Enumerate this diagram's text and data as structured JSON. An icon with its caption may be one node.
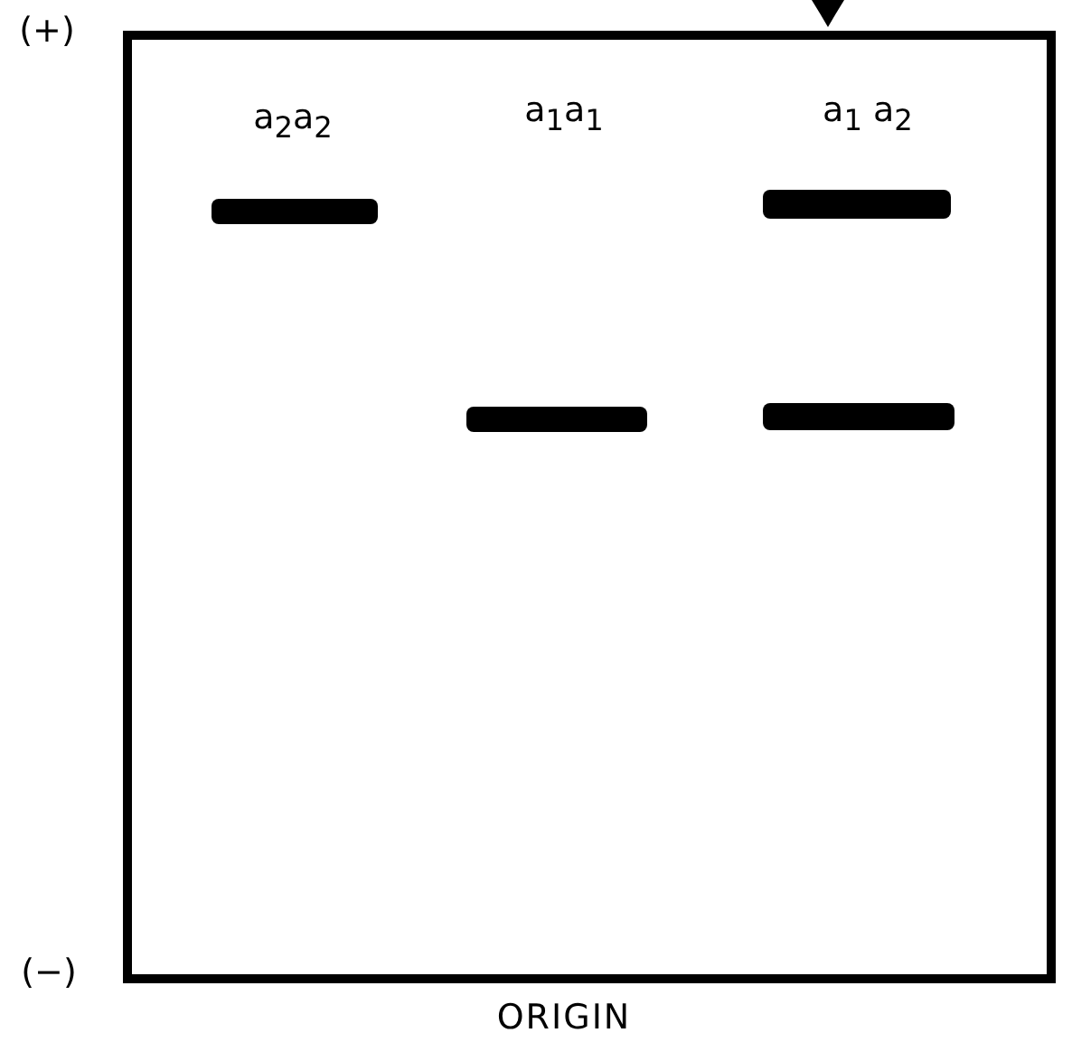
{
  "diagram": {
    "nodes": [
      {
        "text": [],
        "shape": "box"
      },
      {
        "text": [],
        "shape": "bar",
        "in": 0
      },
      {
        "text": [],
        "shape": "bar",
        "in": 0
      },
      {
        "text": [],
        "shape": "bar",
        "in": 0
      },
      {
        "text": [],
        "shape": "bar",
        "in": 0
      }
    ],
    "labels": [
      "(+)",
      "a$_{2}$a$_{2}$",
      "a$_{1}$a$_{1}$",
      "a$_{1}$ a$_{2}$",
      "(−)",
      "ORIGIN"
    ]
  }
}
